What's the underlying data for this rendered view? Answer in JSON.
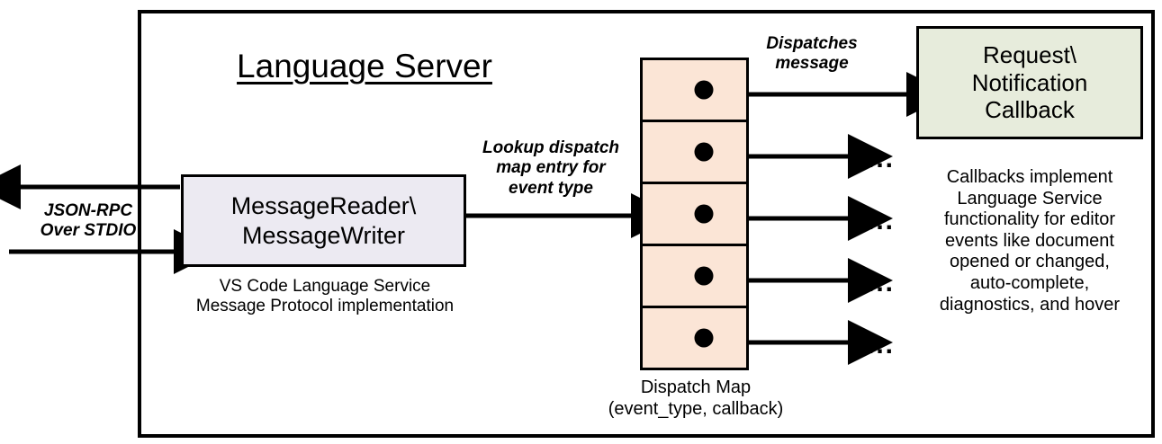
{
  "diagram": {
    "title": "Language Server",
    "frame_label": "language-server-boundary",
    "colors": {
      "message_io_fill": "#eceaf2",
      "dispatch_map_fill": "#fbe5d6",
      "callback_fill": "#e7ecdc",
      "stroke": "#000000",
      "background": "#ffffff"
    }
  },
  "left_channel": {
    "protocol_label": "JSON-RPC\nOver STDIO",
    "outbound_arrow": "arrow-left-out",
    "inbound_arrow": "arrow-right-in"
  },
  "message_io": {
    "label": "MessageReader\\\nMessageWriter",
    "caption": "VS Code Language Service\nMessage Protocol implementation"
  },
  "lookup": {
    "label": "Lookup dispatch\nmap entry for\nevent type"
  },
  "dispatch_map": {
    "caption": "Dispatch Map\n(event_type, callback)",
    "rows": [
      {
        "name": "dispatch-row-1",
        "has_dot": true,
        "target": "callback-box"
      },
      {
        "name": "dispatch-row-2",
        "has_dot": true,
        "target": "ellipsis"
      },
      {
        "name": "dispatch-row-3",
        "has_dot": true,
        "target": "ellipsis"
      },
      {
        "name": "dispatch-row-4",
        "has_dot": true,
        "target": "ellipsis"
      },
      {
        "name": "dispatch-row-5",
        "has_dot": true,
        "target": "ellipsis"
      }
    ],
    "ellipsis_glyph": "..."
  },
  "dispatches": {
    "label": "Dispatches\nmessage"
  },
  "callback": {
    "label": "Request\\\nNotification\nCallback",
    "caption": "Callbacks implement\nLanguage Service\nfunctionality for editor\nevents like document\nopened or changed,\nauto-complete,\ndiagnostics, and hover"
  }
}
